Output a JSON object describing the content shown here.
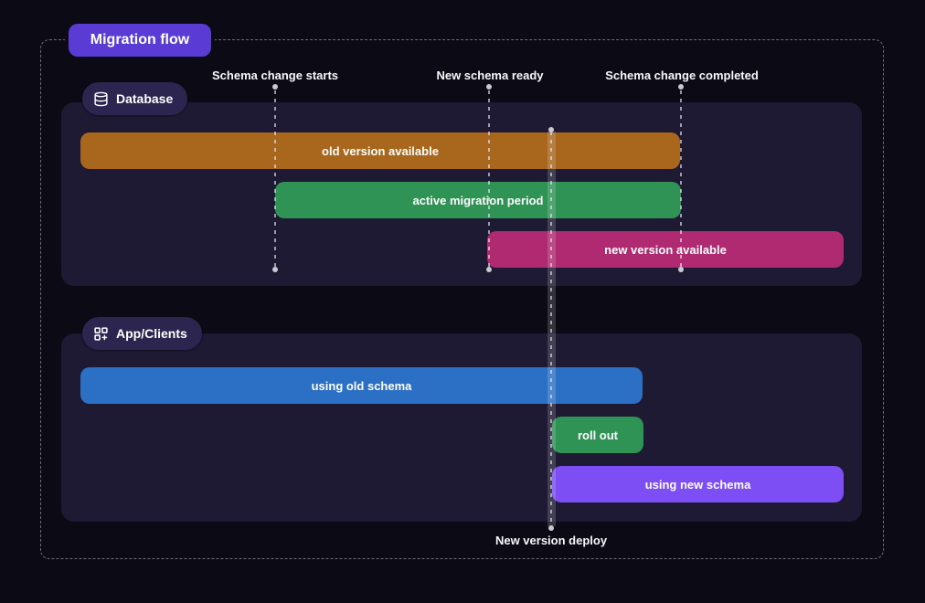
{
  "title": "Migration flow",
  "milestones": [
    {
      "label": "Schema change starts"
    },
    {
      "label": "New schema ready"
    },
    {
      "label": "Schema change completed"
    }
  ],
  "deploy": {
    "label": "New version deploy"
  },
  "sections": {
    "database": {
      "label": "Database",
      "icon": "database-icon"
    },
    "app": {
      "label": "App/Clients",
      "icon": "apps-plus-icon"
    }
  },
  "bars": {
    "old_version": {
      "label": "old version available",
      "color": "#a8671d"
    },
    "active_migration": {
      "label": "active migration period",
      "color": "#2f9355"
    },
    "new_version": {
      "label": "new version available",
      "color": "#b02a71"
    },
    "using_old": {
      "label": "using old schema",
      "color": "#2b70c4"
    },
    "roll_out": {
      "label": "roll out",
      "color": "#2f9355"
    },
    "using_new": {
      "label": "using new schema",
      "color": "#7c4ef3"
    }
  },
  "colors": {
    "background": "#0c0a15",
    "panel": "#1e1a34",
    "pill": "#2b2550",
    "badge": "#5a3cd4",
    "guide_line": "rgba(255,255,255,0.62)",
    "frame_border": "rgba(190,190,205,0.55)"
  }
}
